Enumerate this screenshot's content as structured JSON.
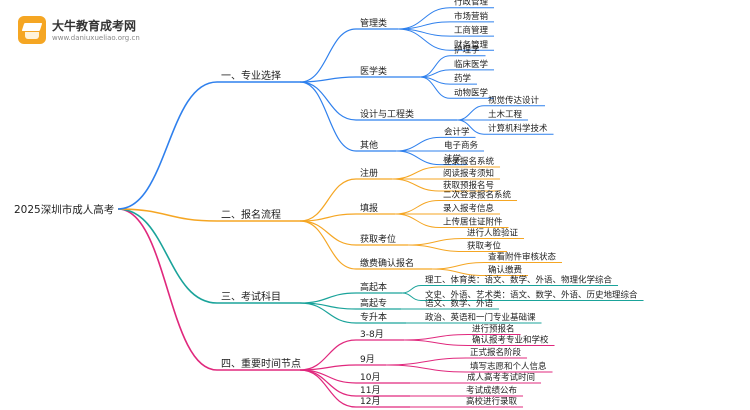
{
  "logo": {
    "name": "大牛教育成考网",
    "url": "www.daniuxueliao.org.cn"
  },
  "root": "2025深圳市成人高考",
  "branches": [
    {
      "label": "一、专业选择",
      "color": "#2f80ed",
      "groups": [
        {
          "label": "管理类",
          "items": [
            "行政管理",
            "市场营销",
            "工商管理",
            "财务管理"
          ]
        },
        {
          "label": "医学类",
          "items": [
            "护理学",
            "临床医学",
            "药学",
            "动物医学"
          ]
        },
        {
          "label": "设计与工程类",
          "items": [
            "视觉传达设计",
            "土木工程",
            "计算机科学技术"
          ]
        },
        {
          "label": "其他",
          "items": [
            "会计学",
            "电子商务",
            "法学"
          ]
        }
      ]
    },
    {
      "label": "二、报名流程",
      "color": "#f5a623",
      "groups": [
        {
          "label": "注册",
          "items": [
            "登录报名系统",
            "阅读报考须知",
            "获取预报名号"
          ]
        },
        {
          "label": "填报",
          "items": [
            "二次登录报名系统",
            "录入报考信息",
            "上传居住证附件"
          ]
        },
        {
          "label": "获取考位",
          "items": [
            "进行人脸验证",
            "获取考位"
          ]
        },
        {
          "label": "缴费确认报名",
          "items": [
            "查看附件审核状态",
            "确认缴费"
          ]
        }
      ]
    },
    {
      "label": "三、考试科目",
      "color": "#1aa39a",
      "groups": [
        {
          "label": "高起本",
          "items": [
            "理工、体育类：语文、数学、外语、物理化学综合",
            "文史、外语、艺术类：语文、数学、外语、历史地理综合"
          ]
        },
        {
          "label": "高起专",
          "items": [
            "语文、数学、外语"
          ]
        },
        {
          "label": "专升本",
          "items": [
            "政治、英语和一门专业基础课"
          ]
        }
      ]
    },
    {
      "label": "四、重要时间节点",
      "color": "#e0287d",
      "groups": [
        {
          "label": "3-8月",
          "items": [
            "进行预报名",
            "确认报考专业和学校"
          ]
        },
        {
          "label": "9月",
          "items": [
            "正式报名阶段",
            "填写志愿和个人信息"
          ]
        },
        {
          "label": "10月",
          "items": [
            "成人高考考试时间"
          ]
        },
        {
          "label": "11月",
          "items": [
            "考试成绩公布"
          ]
        },
        {
          "label": "12月",
          "items": [
            "高校进行录取"
          ]
        }
      ]
    }
  ]
}
